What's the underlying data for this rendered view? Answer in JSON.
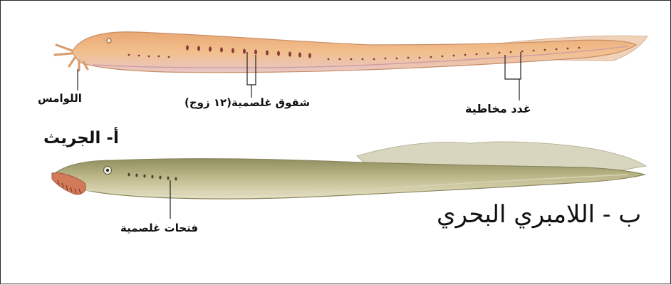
{
  "labels": {
    "tentacles": "اللوامس",
    "gill_slits": "شقوق غلصمية(١٢ زوج)",
    "slime_glands": "غدد مخاطية",
    "hagfish_title": "أ- الجريث",
    "gill_openings": "فتحات غلصمية",
    "lamprey_title": "ب - اللامبري البحري"
  },
  "colors": {
    "hagfish_body": "#f2c08e",
    "hagfish_belly": "#e9c7c0",
    "hagfish_dots": "#8a3b3b",
    "lamprey_body": "#bdb889",
    "lamprey_back": "#9a9a6c",
    "lamprey_fin": "#d9d6bf",
    "lamprey_mouth": "#d27a5a",
    "leader_line": "#222222"
  }
}
